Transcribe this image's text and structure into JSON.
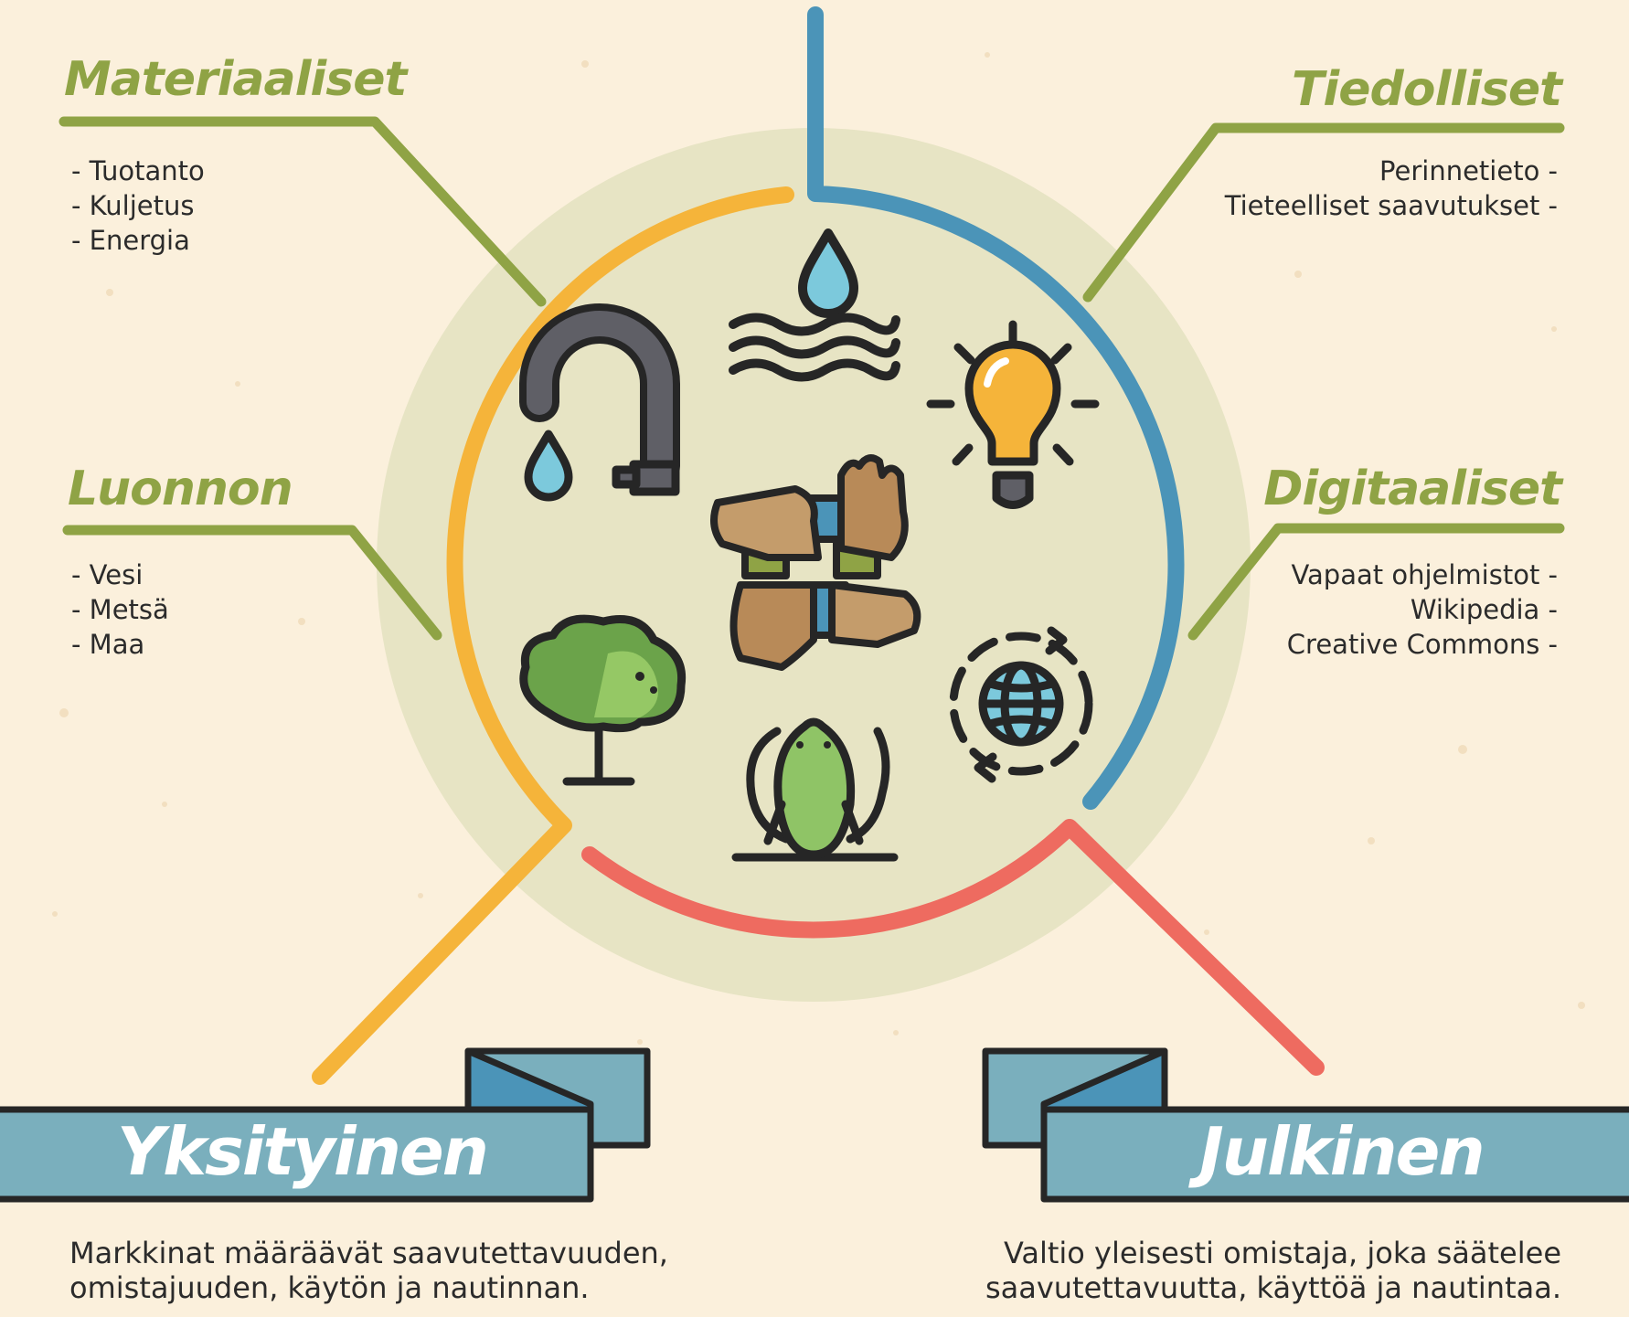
{
  "colors": {
    "background": "#fbf0dc",
    "circle": "#e7e4c4",
    "green": "#8fa345",
    "yellow": "#f5b43a",
    "blue": "#4b94b8",
    "red": "#ee6b60",
    "banner": "#7aafbd",
    "outline": "#262626"
  },
  "categories": {
    "materiaaliset": {
      "title": "Materiaaliset",
      "items": [
        "- Tuotanto",
        "- Kuljetus",
        "- Energia"
      ]
    },
    "luonnon": {
      "title": "Luonnon",
      "items": [
        "- Vesi",
        "- Metsä",
        "- Maa"
      ]
    },
    "tiedolliset": {
      "title": "Tiedolliset",
      "items": [
        "Perinnetieto -",
        "Tieteelliset saavutukset -"
      ]
    },
    "digitaaliset": {
      "title": "Digitaaliset",
      "items": [
        "Vapaat ohjelmistot -",
        "Wikipedia -",
        "Creative Commons -"
      ]
    }
  },
  "banners": {
    "yksityinen": {
      "title": "Yksityinen",
      "description": [
        "Markkinat määräävät saavutettavuuden,",
        "omistajuuden, käytön ja nautinnan."
      ]
    },
    "julkinen": {
      "title": "Julkinen",
      "description": [
        "Valtio yleisesti omistaja, joka säätelee",
        "saavutettavuutta, käyttöä ja nautintaa."
      ]
    }
  },
  "icons": [
    "faucet-icon",
    "water-drop-waves-icon",
    "light-bulb-icon",
    "joined-hands-icon",
    "tree-icon",
    "frog-icon",
    "globe-recycle-icon"
  ]
}
